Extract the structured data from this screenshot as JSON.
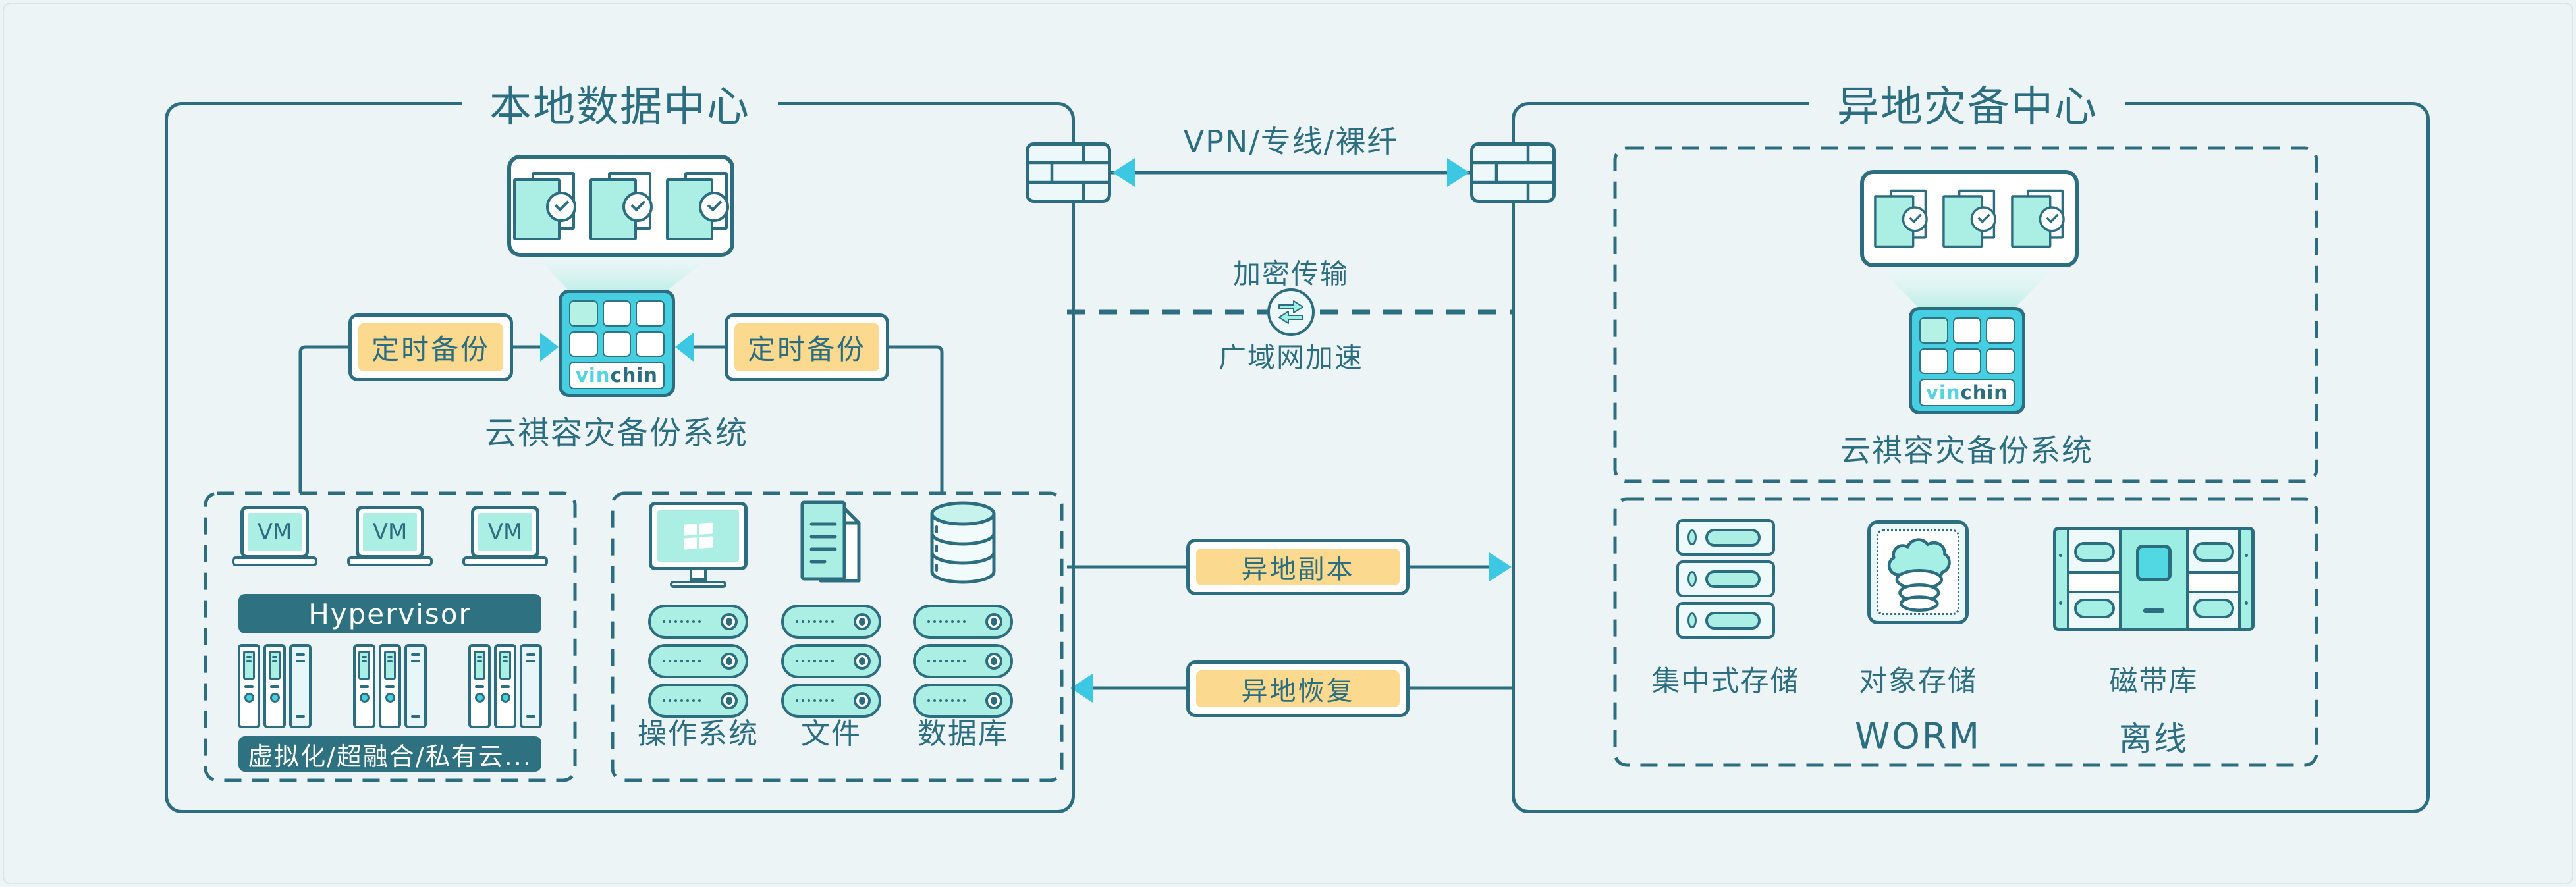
{
  "local_dc": {
    "title": "本地数据中心",
    "system_label": "云祺容灾备份系统",
    "backup_left": "定时备份",
    "backup_right": "定时备份",
    "vm_labels": [
      "VM",
      "VM",
      "VM"
    ],
    "hypervisor": "Hypervisor",
    "platform": "虚拟化/超融合/私有云...",
    "workload_os": "操作系统",
    "workload_file": "文件",
    "workload_db": "数据库"
  },
  "links": {
    "vpn": "VPN/专线/裸纤",
    "encrypted": "加密传输",
    "wan": "广域网加速",
    "copy": "异地副本",
    "restore": "异地恢复"
  },
  "remote_dc": {
    "title": "异地灾备中心",
    "system_label": "云祺容灾备份系统",
    "storage_centralized": "集中式存储",
    "storage_object": "对象存储",
    "storage_tape": "磁带库",
    "worm": "WORM",
    "offline": "离线"
  },
  "brand": {
    "wordmark_vin": "vin",
    "wordmark_chin": "chin"
  },
  "colors": {
    "teal": "#2c6e80",
    "cyan": "#45cfe0",
    "mint": "#abefe4",
    "pale": "#edf8fa",
    "yellow": "#fbd98e",
    "arrow": "#3cc8e2",
    "background": "#edf4f6"
  }
}
